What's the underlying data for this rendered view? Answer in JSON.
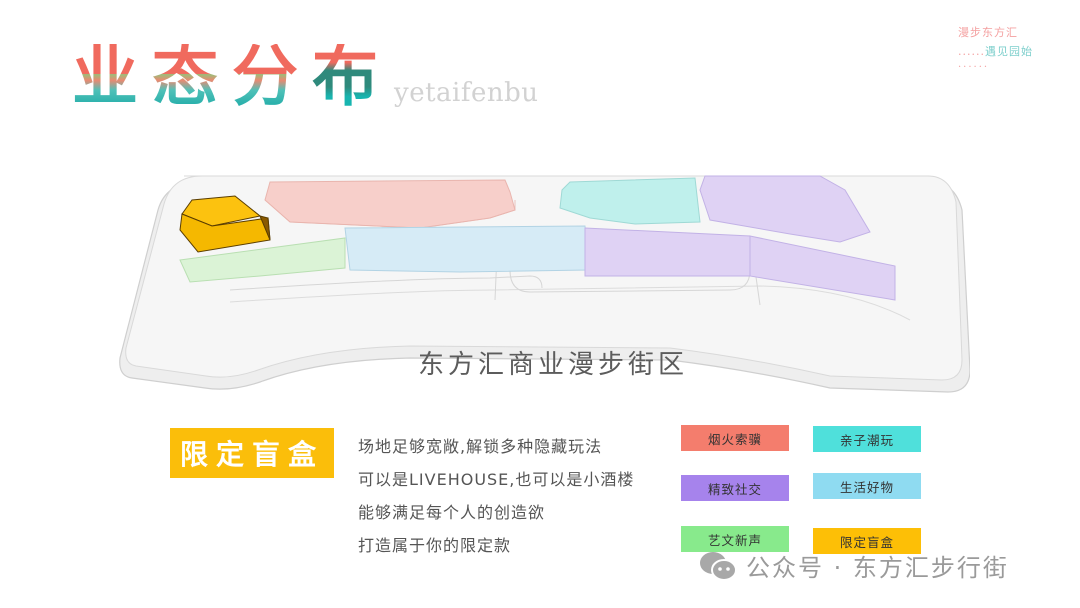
{
  "header": {
    "title_chars": [
      "业",
      "态",
      "分",
      "布"
    ],
    "title_pinyin": "yetaifenbu"
  },
  "corner_logo": {
    "line1": "漫步东方汇",
    "line2_dots": "......",
    "line2_text": "遇见园始",
    "line3": "......"
  },
  "map": {
    "caption": "东方汇商业漫步街区",
    "zone_colors": {
      "yanhuo": "#f7c9c4",
      "qinzi": "#bdeeed",
      "jingzhi": "#dccef3",
      "shenghuo": "#d3eaf6",
      "yiwen": "#d8f2d3",
      "xianding": "#fbbf0a"
    }
  },
  "feature": {
    "badge": "限定盲盒",
    "description": [
      "场地足够宽敞,解锁多种隐藏玩法",
      "可以是LIVEHOUSE,也可以是小酒楼",
      "能够满足每个人的创造欲",
      "打造属于你的限定款"
    ]
  },
  "legend": {
    "items": [
      {
        "label": "烟火索骥",
        "color": "#f47d6d"
      },
      {
        "label": "亲子潮玩",
        "color": "#4fe0db"
      },
      {
        "label": "精致社交",
        "color": "#a683ec"
      },
      {
        "label": "生活好物",
        "color": "#8fdbf1"
      },
      {
        "label": "艺文新声",
        "color": "#88ea8c"
      },
      {
        "label": "限定盲盒",
        "color": "#fdbf06"
      }
    ]
  },
  "watermark": {
    "icon": "wechat-icon",
    "text": "公众号 · 东方汇步行街"
  }
}
